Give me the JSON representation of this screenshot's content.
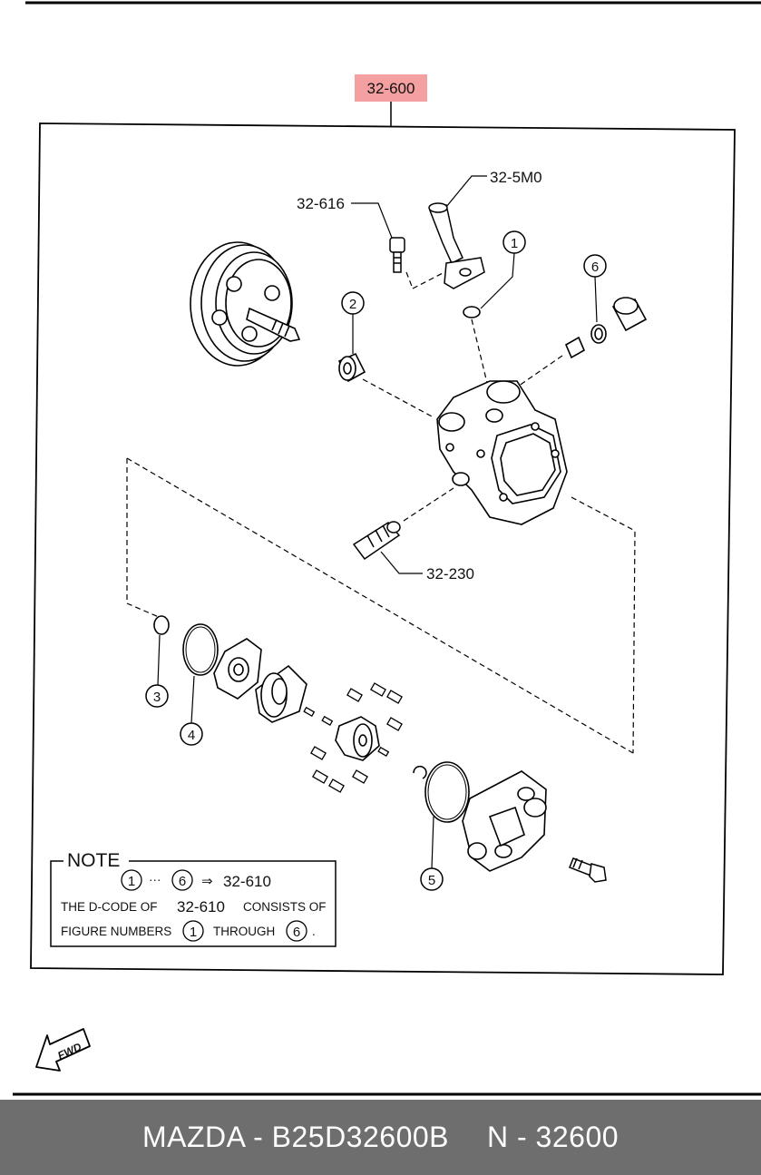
{
  "header_part": {
    "label": "32-600",
    "color": "#f4a0a0"
  },
  "callouts": {
    "c_32_616": "32-616",
    "c_32_5M0": "32-5M0",
    "c_32_230": "32-230"
  },
  "circled_numbers": [
    "1",
    "2",
    "3",
    "4",
    "5",
    "6"
  ],
  "note": {
    "title": "NOTE",
    "range_from": "1",
    "range_dots": "···",
    "range_to": "6",
    "arrow": "⇒",
    "range_code": "32-610",
    "line2_a": "THE D-CODE OF",
    "line2_code": "32-610",
    "line2_b": "CONSISTS OF",
    "line3_a": "FIGURE NUMBERS",
    "line3_from": "1",
    "line3_through": "THROUGH",
    "line3_to": "6",
    "line3_end": "."
  },
  "fwd_label": "FWD",
  "footer": {
    "left": "MAZDA - B25D32600B",
    "right": "N - 32600"
  }
}
